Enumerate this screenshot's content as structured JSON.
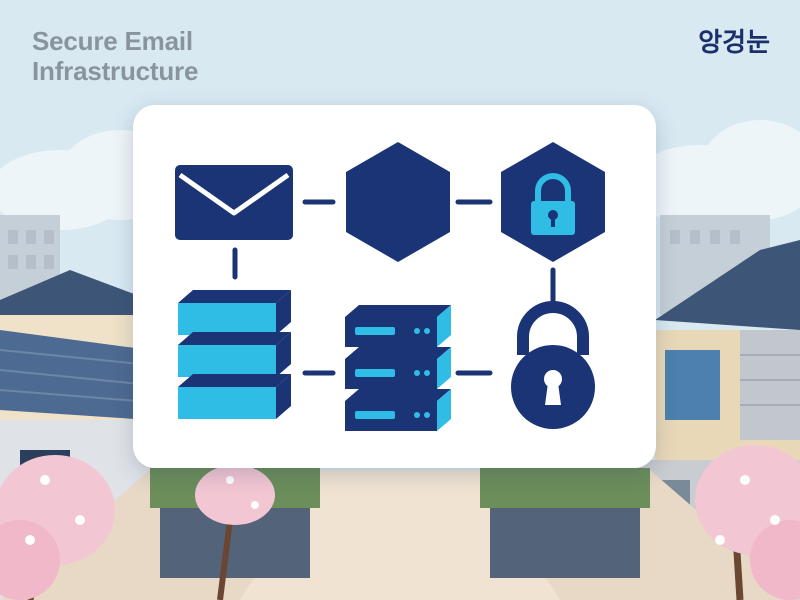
{
  "header": {
    "title_line1": "Secure Email",
    "title_line2": "Infrastructure",
    "brand": "앙겅눈"
  },
  "colors": {
    "navy": "#1b3476",
    "cyan": "#2fbde6",
    "sky": "#cfe3ee",
    "text_gray": "#8a949c"
  },
  "icons": [
    "envelope-icon",
    "hexagon-icon",
    "hexagon-lock-icon",
    "stacked-blocks-icon",
    "server-rack-icon",
    "padlock-icon"
  ]
}
